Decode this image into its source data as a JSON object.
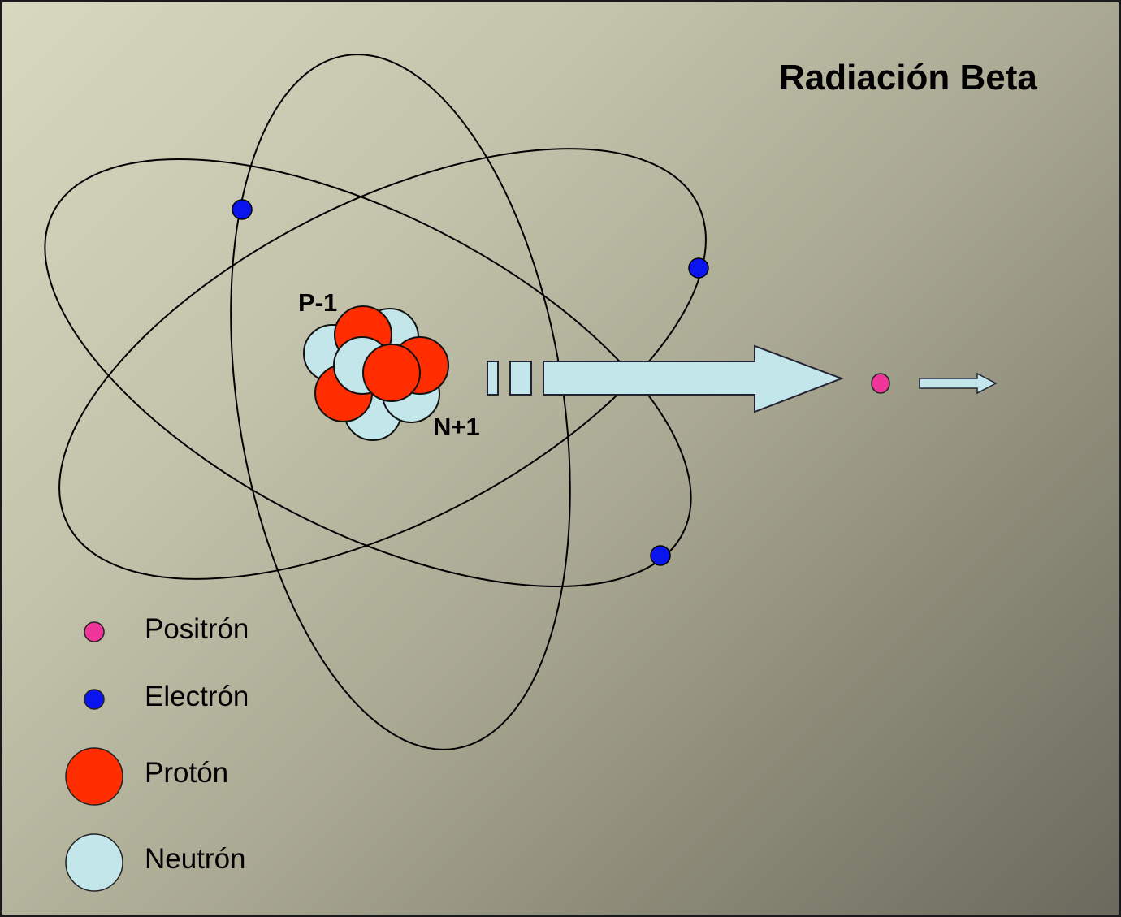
{
  "title": "Radiación Beta",
  "nucleus": {
    "proton_label": "P-1",
    "neutron_label": "N+1"
  },
  "legend": {
    "items": [
      {
        "label": "Positrón",
        "symbol": "positron-dot",
        "color": "#f0359a"
      },
      {
        "label": "Electrón",
        "symbol": "electron-dot",
        "color": "#0a14ee"
      },
      {
        "label": "Protón",
        "symbol": "proton-circle",
        "color": "#ff2d00"
      },
      {
        "label": "Neutrón",
        "symbol": "neutron-circle",
        "color": "#c3e6ea"
      }
    ]
  },
  "colors": {
    "proton": "#ff2d00",
    "neutron": "#c3e6ea",
    "electron": "#0a14ee",
    "positron": "#f0359a",
    "arrow": "#c3e6ea",
    "orbit": "#000000",
    "background_light": "#d8d8c0",
    "background_dark": "#6b695d"
  },
  "emission": {
    "particle": "positrón",
    "direction": "right"
  }
}
